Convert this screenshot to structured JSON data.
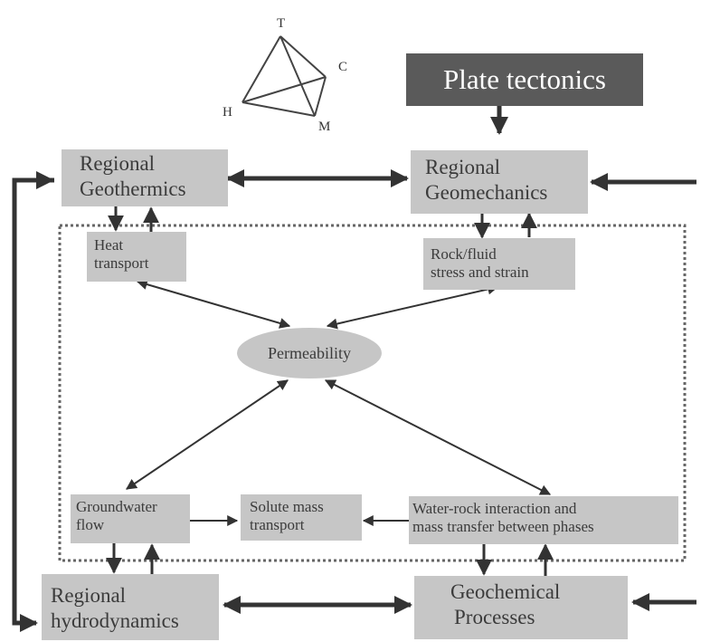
{
  "tetrahedron": {
    "labels": {
      "t": "T",
      "c": "C",
      "h": "H",
      "m": "M"
    }
  },
  "nodes": {
    "plate_tectonics": "Plate tectonics",
    "regional_geothermics": [
      "Regional",
      "Geothermics"
    ],
    "regional_geomechanics": [
      "Regional",
      "Geomechanics"
    ],
    "heat_transport": [
      "Heat",
      "transport"
    ],
    "rock_fluid": [
      "Rock/fluid",
      "stress and strain"
    ],
    "permeability": "Permeability",
    "groundwater_flow": [
      "Groundwater",
      "flow"
    ],
    "solute_mass_transport": [
      "Solute mass",
      "transport"
    ],
    "water_rock": [
      "Water-rock interaction and",
      "mass transfer between phases"
    ],
    "regional_hydrodynamics": [
      "Regional",
      "hydrodynamics"
    ],
    "geochemical_processes": [
      "Geochemical",
      "Processes"
    ]
  }
}
